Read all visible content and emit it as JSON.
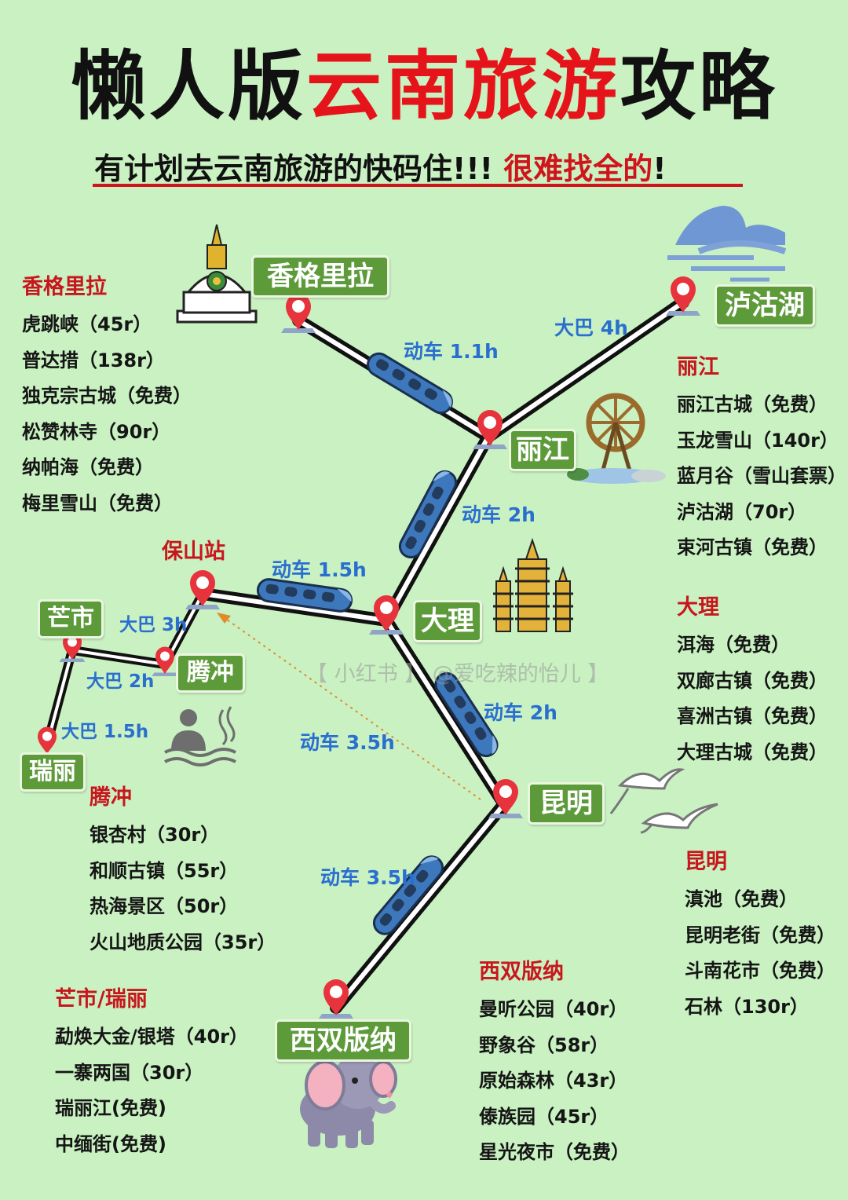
{
  "title": {
    "black1": "懒人版",
    "red": "云南旅游",
    "black2": "攻略"
  },
  "subtitle": {
    "black": "有计划去云南旅游的快码住!!! ",
    "red": "很难找全的",
    "tail": "!"
  },
  "watermark": "【 小红书 】 @爱吃辣的怡儿 】",
  "cities": {
    "shangrila": "香格里拉",
    "luguhu": "泸沽湖",
    "lijiang": "丽江",
    "dali": "大理",
    "baoshan": "保山站",
    "mangshi": "芒市",
    "tengchong": "腾冲",
    "ruili": "瑞丽",
    "kunming": "昆明",
    "xishuangbanna": "西双版纳"
  },
  "routes": {
    "shangrila_lijiang": "动车 1.1h",
    "luguhu_lijiang": "大巴 4h",
    "lijiang_dali": "动车 2h",
    "baoshan_dali": "动车 1.5h",
    "mangshi_baoshan": "大巴 3h",
    "mangshi_tengchong": "大巴 2h",
    "ruili_mangshi": "大巴 1.5h",
    "kunming_baoshan": "动车 3.5h",
    "dali_kunming": "动车 2h",
    "kunming_xishuangbanna": "动车 3.5h"
  },
  "regions": {
    "shangrila": {
      "title": "香格里拉",
      "items": [
        "虎跳峡（45r）",
        "普达措（138r）",
        "独克宗古城（免费）",
        "松赞林寺（90r）",
        "纳帕海（免费）",
        "梅里雪山（免费）"
      ]
    },
    "lijiang": {
      "title": "丽江",
      "items": [
        "丽江古城（免费）",
        "玉龙雪山（140r）",
        "蓝月谷（雪山套票）",
        "泸沽湖（70r）",
        "束河古镇（免费）"
      ]
    },
    "dali": {
      "title": "大理",
      "items": [
        "洱海（免费）",
        "双廊古镇（免费）",
        "喜洲古镇（免费）",
        "大理古城（免费）"
      ]
    },
    "tengchong": {
      "title": "腾冲",
      "items": [
        "银杏村（30r）",
        "和顺古镇（55r）",
        "热海景区（50r）",
        "火山地质公园（35r）"
      ]
    },
    "kunming": {
      "title": "昆明",
      "items": [
        "滇池（免费）",
        "昆明老街（免费）",
        "斗南花市（免费）",
        "石林（130r）"
      ]
    },
    "mangshi_ruili": {
      "title": "芒市/瑞丽",
      "items": [
        "勐焕大金/银塔（40r）",
        "一寨两国（30r）",
        "瑞丽江(免费)",
        "中缅街(免费)"
      ]
    },
    "xishuangbanna": {
      "title": "西双版纳",
      "items": [
        "曼听公园（40r）",
        "野象谷（58r）",
        "原始森林（43r）",
        "傣族园（45r）",
        "星光夜市（免费）"
      ]
    }
  }
}
